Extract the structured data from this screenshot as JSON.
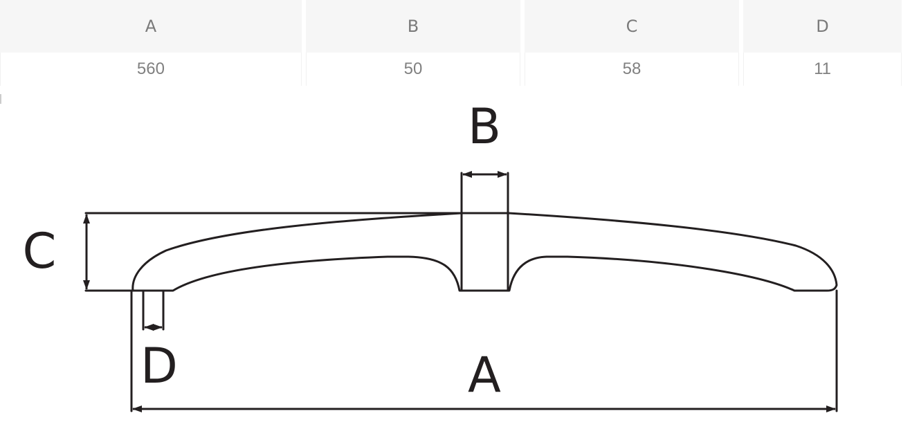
{
  "table": {
    "headers": [
      "A",
      "B",
      "C",
      "D"
    ],
    "values": [
      "560",
      "50",
      "58",
      "11"
    ]
  },
  "drawing": {
    "labels": {
      "a": "A",
      "b": "B",
      "c": "C",
      "d": "D"
    },
    "line_color": "#231f20"
  }
}
